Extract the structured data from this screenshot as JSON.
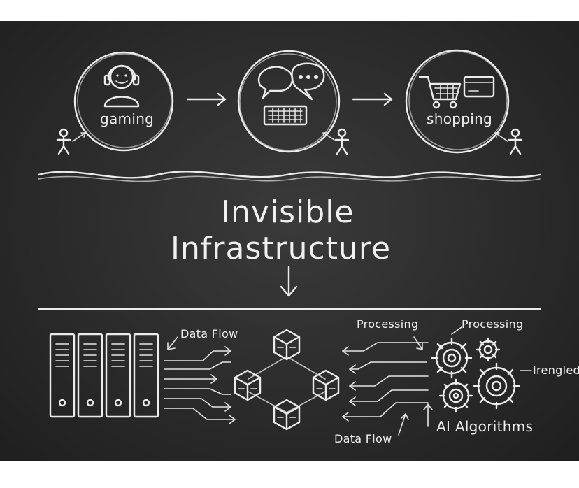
{
  "top": {
    "circle_gaming_label": "gaming",
    "circle_shopping_label": "shopping"
  },
  "title": {
    "line1": "Invisible",
    "line2": "Infrastructure"
  },
  "bottom": {
    "data_flow_top": "Data Flow",
    "data_flow_bottom": "Data Flow",
    "processing_left": "Processing",
    "processing_right": "Processing",
    "irengled": "Irengled",
    "ai_algorithms": "AI Algorithms"
  },
  "icons": {
    "headset_person": "headset-person-icon",
    "chat_bubbles": "chat-bubbles-icon",
    "keyboard": "keyboard-icon",
    "shopping_cart": "shopping-cart-icon",
    "credit_card": "credit-card-icon",
    "stick_figure": "stick-figure-icon",
    "server_rack": "server-rack-icon",
    "cube_node": "cube-node-icon",
    "gear": "gear-icon"
  },
  "colors": {
    "board": "#2b2b2b",
    "chalk": "#ececec"
  }
}
